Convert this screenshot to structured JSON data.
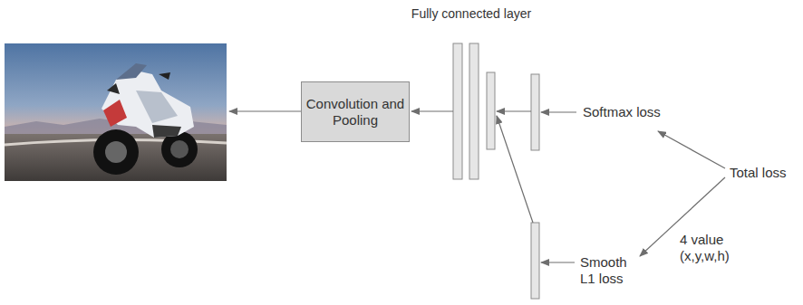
{
  "diagram": {
    "nodes": [
      {
        "text": [
          "Convolution and Pooling"
        ]
      }
    ],
    "labels": [
      "Fully connected layer",
      "Softmax loss",
      "Total loss",
      "4 value (x,y,w,h)",
      "Smooth L1 loss"
    ]
  }
}
